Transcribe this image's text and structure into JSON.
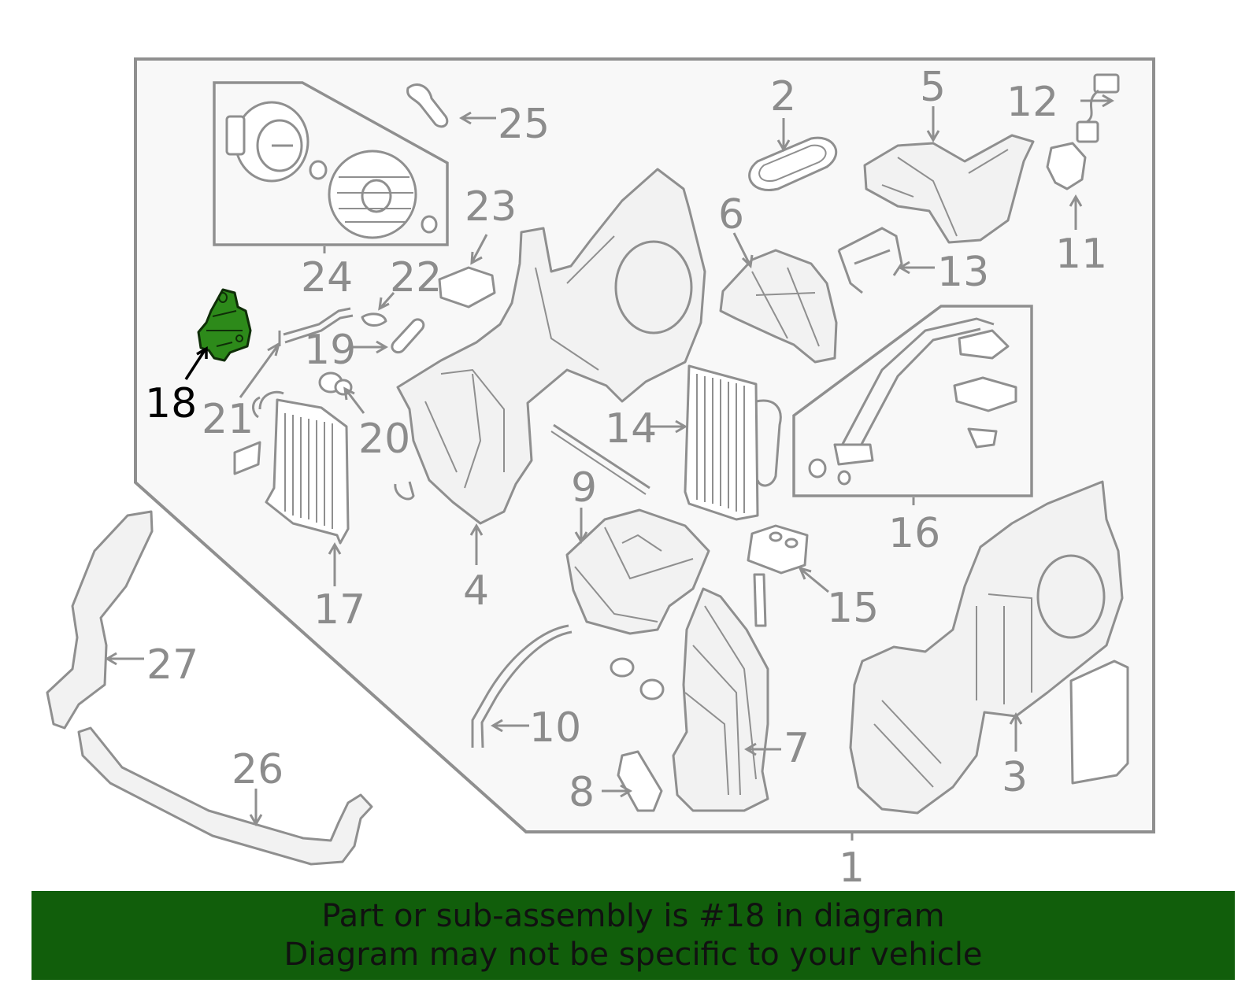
{
  "highlight_part": "18",
  "colors": {
    "highlight": "#2d8a1a",
    "banner": "#115e0b",
    "line": "#8f8f8f"
  },
  "callouts": {
    "c1": "1",
    "c2": "2",
    "c3": "3",
    "c4": "4",
    "c5": "5",
    "c6": "6",
    "c7": "7",
    "c8": "8",
    "c9": "9",
    "c10": "10",
    "c11": "11",
    "c12": "12",
    "c13": "13",
    "c14": "14",
    "c15": "15",
    "c16": "16",
    "c17": "17",
    "c18": "18",
    "c19": "19",
    "c20": "20",
    "c21": "21",
    "c22": "22",
    "c23": "23",
    "c24": "24",
    "c25": "25",
    "c26": "26",
    "c27": "27"
  },
  "banner": {
    "line1": "Part or sub-assembly is #18 in diagram",
    "line2": "Diagram may not be specific to your vehicle"
  }
}
